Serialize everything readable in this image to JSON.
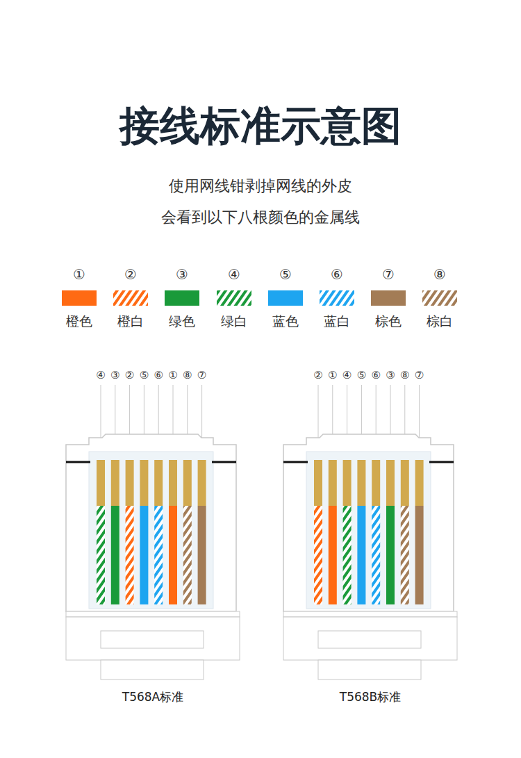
{
  "diagram": {
    "title": "接线标准示意图",
    "labels": [
      "使用网线钳剥掉网线的外皮",
      "会看到以下八根颜色的金属线",
      "①",
      "②",
      "③",
      "④",
      "⑤",
      "⑥",
      "⑦",
      "⑧",
      "④",
      "③",
      "②",
      "⑤",
      "⑥",
      "①",
      "⑧",
      "⑦",
      "②",
      "①",
      "④",
      "⑤",
      "⑥",
      "③",
      "⑧",
      "⑦",
      "T568A标准",
      "T568B标准"
    ],
    "legend": [
      {
        "text": "橙色",
        "color": "#ff6a13"
      },
      {
        "text": "橙白"
      },
      {
        "text": "绿色",
        "color": "#1a9a3a"
      },
      {
        "text": "绿白"
      },
      {
        "text": "蓝色",
        "color": "#1ea5f0"
      },
      {
        "text": "蓝白"
      },
      {
        "text": "棕色",
        "color": "#a37c56"
      },
      {
        "text": "棕白"
      }
    ]
  }
}
